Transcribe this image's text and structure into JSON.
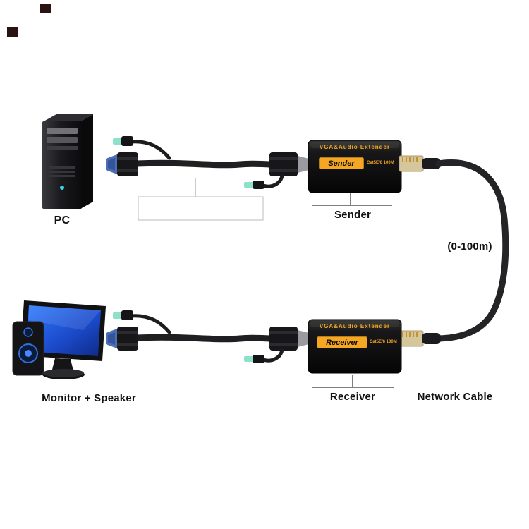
{
  "diagram": {
    "type": "connection-diagram",
    "labels": {
      "pc": "PC",
      "sender": "Sender",
      "monitor_speaker": "Monitor + Speaker",
      "receiver": "Receiver",
      "network_cable": "Network Cable",
      "distance_range": "(0-100m)"
    },
    "sender_box": {
      "title": "VGA&Audio Extender",
      "badge": "Sender",
      "subtitle": "Cat5E/6 100M"
    },
    "receiver_box": {
      "title": "VGA&Audio Extender",
      "badge": "Receiver",
      "subtitle": "Cat5E/6 100M"
    },
    "colors": {
      "accent_orange": "#F5A623",
      "device_black": "#111111",
      "vga_blue": "#4A6FB5",
      "audio_jack_green": "#8FE0C8",
      "screen_blue": "#1B49C8",
      "cable_black": "#232325",
      "rj45_tan": "#D6C69C",
      "label_text": "#111111"
    }
  }
}
